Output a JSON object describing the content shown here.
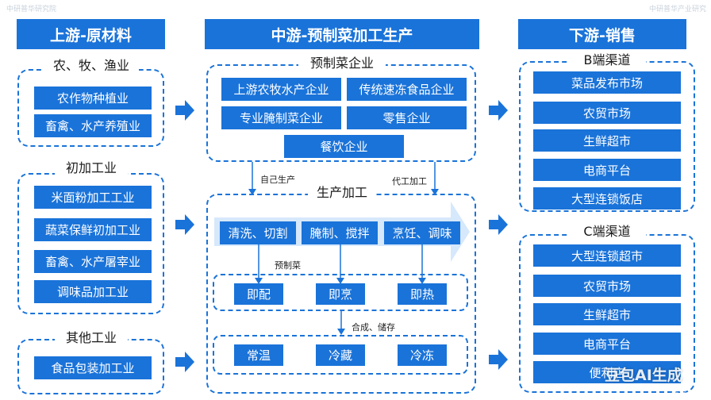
{
  "watermark": {
    "top_left": "中研普华研究院",
    "top_right": "中研普华产业研究",
    "bottom_right": "豆包AI生成",
    "bottom_small": "豆包"
  },
  "headers": {
    "left": "上游-原材料",
    "middle": "中游-预制菜加工生产",
    "right": "下游-销售"
  },
  "upstream": {
    "groups": [
      {
        "title": "农、牧、渔业",
        "items": [
          "农作物种植业",
          "畜禽、水产养殖业"
        ]
      },
      {
        "title": "初加工业",
        "items": [
          "米面粉加工工业",
          "蔬菜保鲜初加工业",
          "畜禽、水产屠宰业",
          "调味品加工业"
        ]
      },
      {
        "title": "其他工业",
        "items": [
          "食品包装加工业"
        ]
      }
    ]
  },
  "midstream": {
    "enterprises": {
      "title": "预制菜企业",
      "items": [
        "上游农牧水产企业",
        "传统速冻食品企业",
        "专业腌制菜企业",
        "零售企业",
        "餐饮企业"
      ]
    },
    "connector_left": "自己生产",
    "connector_right": "代工加工",
    "production": {
      "title": "生产加工",
      "steps": [
        "清洗、切割",
        "腌制、搅拌",
        "烹饪、调味"
      ],
      "middle_label": "预制菜",
      "types": [
        "即配",
        "即烹",
        "即热"
      ],
      "storage_label": "合成、储存",
      "storage": [
        "常温",
        "冷藏",
        "冷冻"
      ]
    }
  },
  "downstream": {
    "b_channel": {
      "title": "B端渠道",
      "items": [
        "菜品发布市场",
        "农贸市场",
        "生鲜超市",
        "电商平台",
        "大型连锁饭店"
      ]
    },
    "c_channel": {
      "title": "C端渠道",
      "items": [
        "大型连锁超市",
        "农贸市场",
        "生鲜超市",
        "电商平台",
        "便利店"
      ]
    }
  },
  "colors": {
    "primary": "#1a73d9",
    "band": "#d6e8fb"
  }
}
